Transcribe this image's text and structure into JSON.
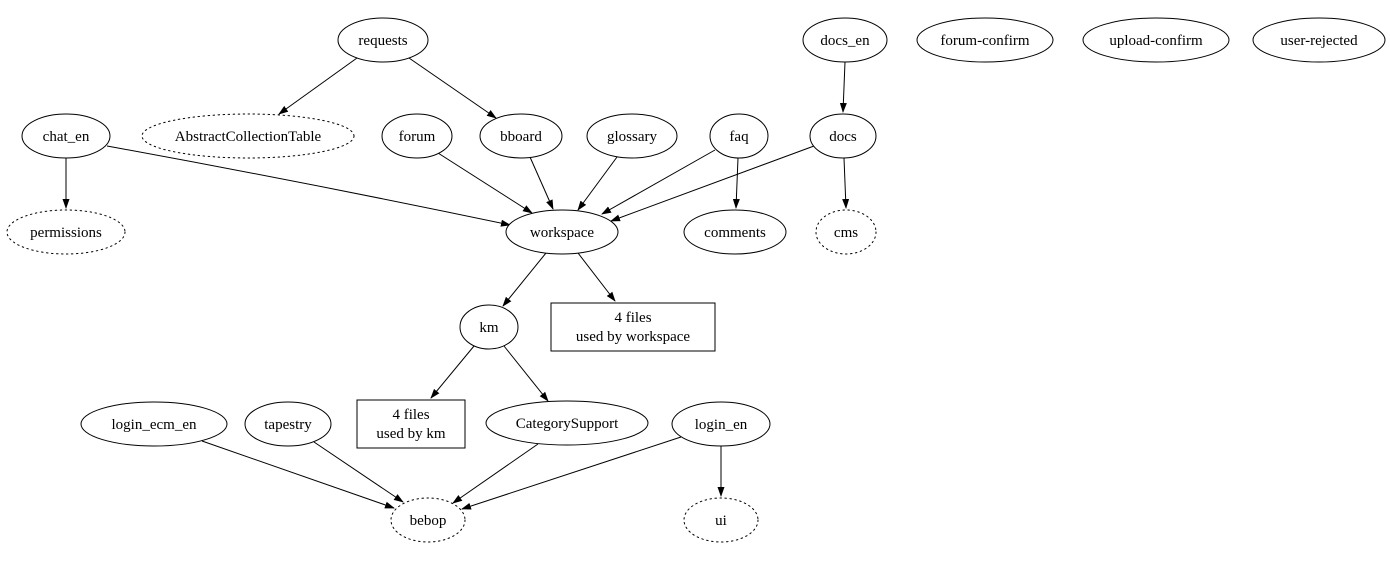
{
  "diagram": {
    "type": "dependency-graph",
    "background_color": "#ffffff",
    "line_color": "#000000",
    "nodes": {
      "requests": {
        "label": "requests",
        "shape": "ellipse",
        "style": "solid"
      },
      "docs_en": {
        "label": "docs_en",
        "shape": "ellipse",
        "style": "solid"
      },
      "forum_confirm": {
        "label": "forum-confirm",
        "shape": "ellipse",
        "style": "solid"
      },
      "upload_confirm": {
        "label": "upload-confirm",
        "shape": "ellipse",
        "style": "solid"
      },
      "user_rejected": {
        "label": "user-rejected",
        "shape": "ellipse",
        "style": "solid"
      },
      "chat_en": {
        "label": "chat_en",
        "shape": "ellipse",
        "style": "solid"
      },
      "abstract_collection_table": {
        "label": "AbstractCollectionTable",
        "shape": "ellipse",
        "style": "dotted"
      },
      "forum": {
        "label": "forum",
        "shape": "ellipse",
        "style": "solid"
      },
      "bboard": {
        "label": "bboard",
        "shape": "ellipse",
        "style": "solid"
      },
      "glossary": {
        "label": "glossary",
        "shape": "ellipse",
        "style": "solid"
      },
      "faq": {
        "label": "faq",
        "shape": "ellipse",
        "style": "solid"
      },
      "docs": {
        "label": "docs",
        "shape": "ellipse",
        "style": "solid"
      },
      "permissions": {
        "label": "permissions",
        "shape": "ellipse",
        "style": "dotted"
      },
      "workspace": {
        "label": "workspace",
        "shape": "ellipse",
        "style": "solid"
      },
      "comments": {
        "label": "comments",
        "shape": "ellipse",
        "style": "solid"
      },
      "cms": {
        "label": "cms",
        "shape": "ellipse",
        "style": "dotted"
      },
      "km": {
        "label": "km",
        "shape": "ellipse",
        "style": "solid"
      },
      "files_workspace": {
        "label_line1": "4 files",
        "label_line2": "used by workspace",
        "shape": "box",
        "style": "solid"
      },
      "login_ecm_en": {
        "label": "login_ecm_en",
        "shape": "ellipse",
        "style": "solid"
      },
      "tapestry": {
        "label": "tapestry",
        "shape": "ellipse",
        "style": "solid"
      },
      "files_km": {
        "label_line1": "4 files",
        "label_line2": "used by km",
        "shape": "box",
        "style": "solid"
      },
      "category_support": {
        "label": "CategorySupport",
        "shape": "ellipse",
        "style": "solid"
      },
      "login_en": {
        "label": "login_en",
        "shape": "ellipse",
        "style": "solid"
      },
      "bebop": {
        "label": "bebop",
        "shape": "ellipse",
        "style": "dotted"
      },
      "ui": {
        "label": "ui",
        "shape": "ellipse",
        "style": "dotted"
      }
    },
    "edges": [
      {
        "from": "requests",
        "to": "abstract_collection_table"
      },
      {
        "from": "requests",
        "to": "bboard"
      },
      {
        "from": "chat_en",
        "to": "workspace"
      },
      {
        "from": "chat_en",
        "to": "permissions"
      },
      {
        "from": "forum",
        "to": "workspace"
      },
      {
        "from": "bboard",
        "to": "workspace"
      },
      {
        "from": "glossary",
        "to": "workspace"
      },
      {
        "from": "faq",
        "to": "workspace"
      },
      {
        "from": "docs",
        "to": "workspace"
      },
      {
        "from": "faq",
        "to": "comments"
      },
      {
        "from": "docs",
        "to": "cms"
      },
      {
        "from": "docs_en",
        "to": "docs"
      },
      {
        "from": "workspace",
        "to": "km"
      },
      {
        "from": "workspace",
        "to": "files_workspace"
      },
      {
        "from": "km",
        "to": "files_km"
      },
      {
        "from": "km",
        "to": "category_support"
      },
      {
        "from": "login_ecm_en",
        "to": "bebop"
      },
      {
        "from": "tapestry",
        "to": "bebop"
      },
      {
        "from": "category_support",
        "to": "bebop"
      },
      {
        "from": "login_en",
        "to": "bebop"
      },
      {
        "from": "login_en",
        "to": "ui"
      }
    ]
  }
}
